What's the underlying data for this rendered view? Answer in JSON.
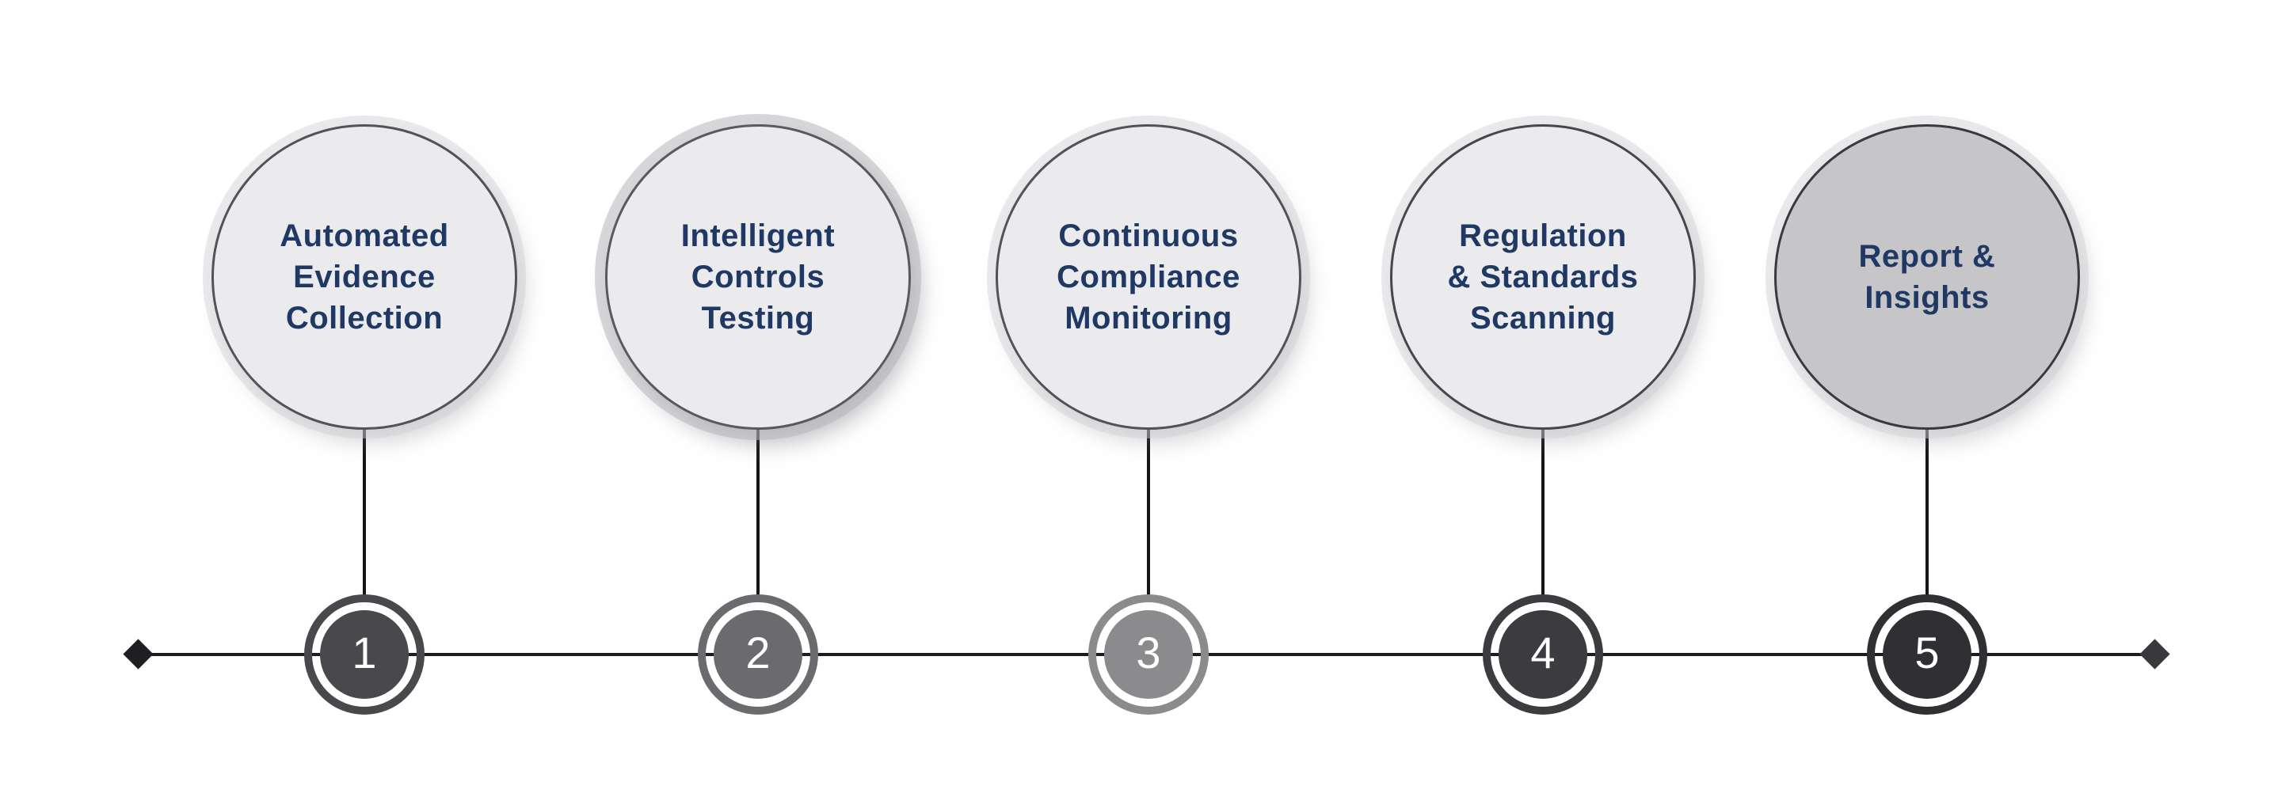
{
  "diagram": {
    "background": "#ffffff",
    "label_color": "#1f3864",
    "line_color": "#1c1b1f",
    "endpoint_left_color": "#1f1e22",
    "endpoint_right_color": "#39383c",
    "steps": [
      {
        "number": "1",
        "label": "Automated Evidence Collection",
        "lines": [
          "Automated",
          "Evidence",
          "Collection"
        ],
        "bubble_fill": "#ebebed",
        "bubble_border": "#535257",
        "node_color": "#49484c"
      },
      {
        "number": "2",
        "label": "Intelligent Controls Testing",
        "lines": [
          "Intelligent",
          "Controls",
          "Testing"
        ],
        "bubble_fill": "#ebebed",
        "bubble_border": "#5a595d",
        "node_color": "#6b6a6e"
      },
      {
        "number": "3",
        "label": "Continuous Compliance Monitoring",
        "lines": [
          "Continuous",
          "Compliance",
          "Monitoring"
        ],
        "bubble_fill": "#ebebed",
        "bubble_border": "#535257",
        "node_color": "#8b8a8d"
      },
      {
        "number": "4",
        "label": "Regulation & Standards Scanning",
        "lines": [
          "Regulation",
          "& Standards",
          "Scanning"
        ],
        "bubble_fill": "#ebebed",
        "bubble_border": "#47464a",
        "node_color": "#3c3b3f"
      },
      {
        "number": "5",
        "label": "Report & Insights",
        "lines": [
          "Report &",
          "Insights"
        ],
        "bubble_fill": "#c6c5c7",
        "bubble_border": "#3a393d",
        "node_color": "#302f33"
      }
    ]
  }
}
